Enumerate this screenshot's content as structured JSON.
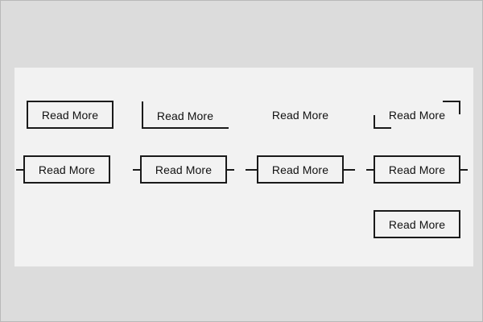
{
  "buttons": {
    "b1": "Read More",
    "b2": "Read More",
    "b3": "Read More",
    "b4": "Read More",
    "b5": "Read More",
    "b6": "Read More",
    "b7": "Read More",
    "b8": "Read More",
    "b9": "Read More"
  }
}
